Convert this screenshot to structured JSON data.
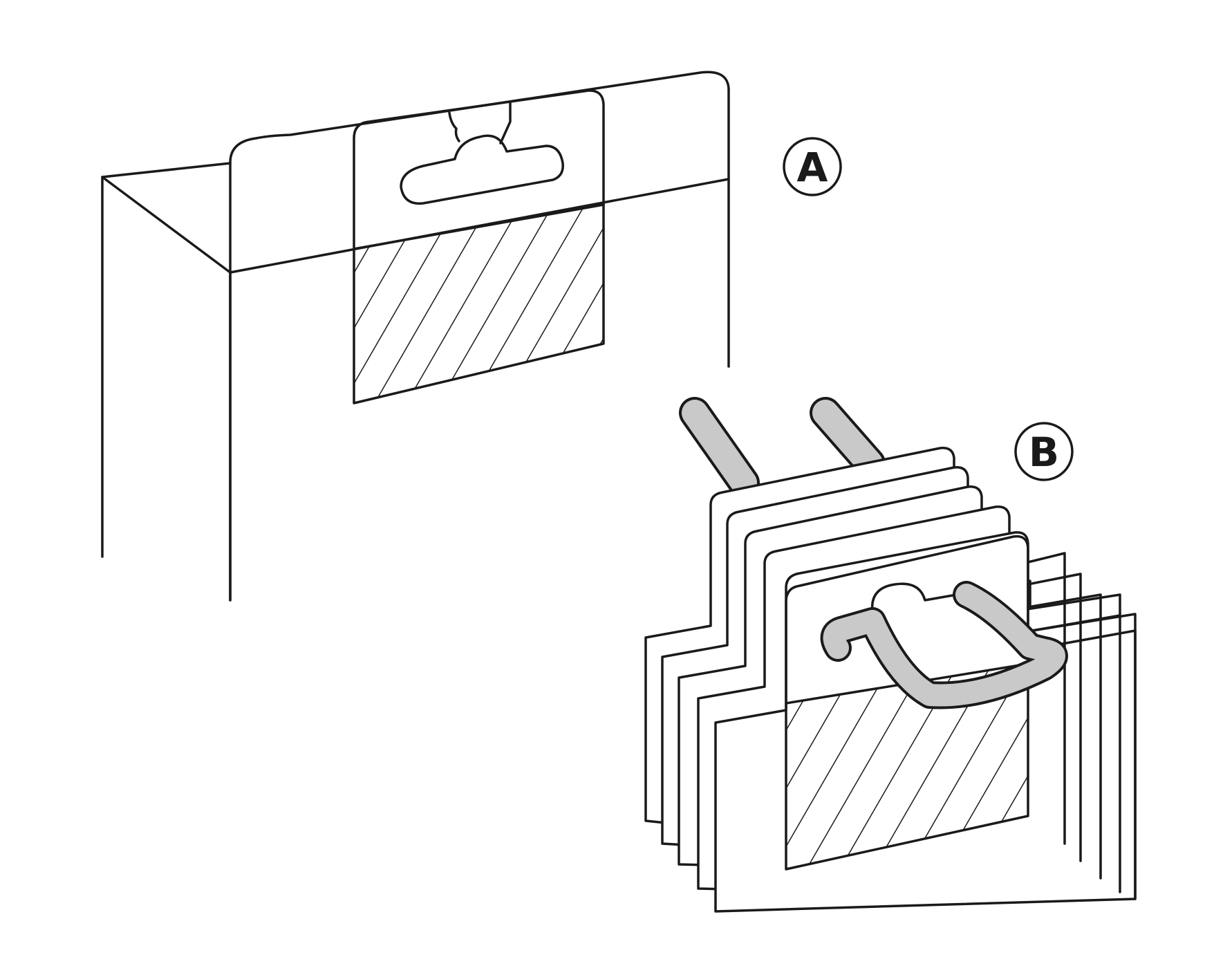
{
  "labels": {
    "a": "A",
    "b": "B"
  },
  "colors": {
    "ink": "#1a1a1a",
    "hook_fill": "#c9c9c9",
    "background": "#ffffff"
  },
  "figures": [
    {
      "name": "figure-a",
      "depicts": "hang-tab-on-box",
      "icon": "hang-tab-icon"
    },
    {
      "name": "figure-b",
      "depicts": "stacked-tabs-on-hook",
      "icon": "display-hook-icon"
    }
  ]
}
